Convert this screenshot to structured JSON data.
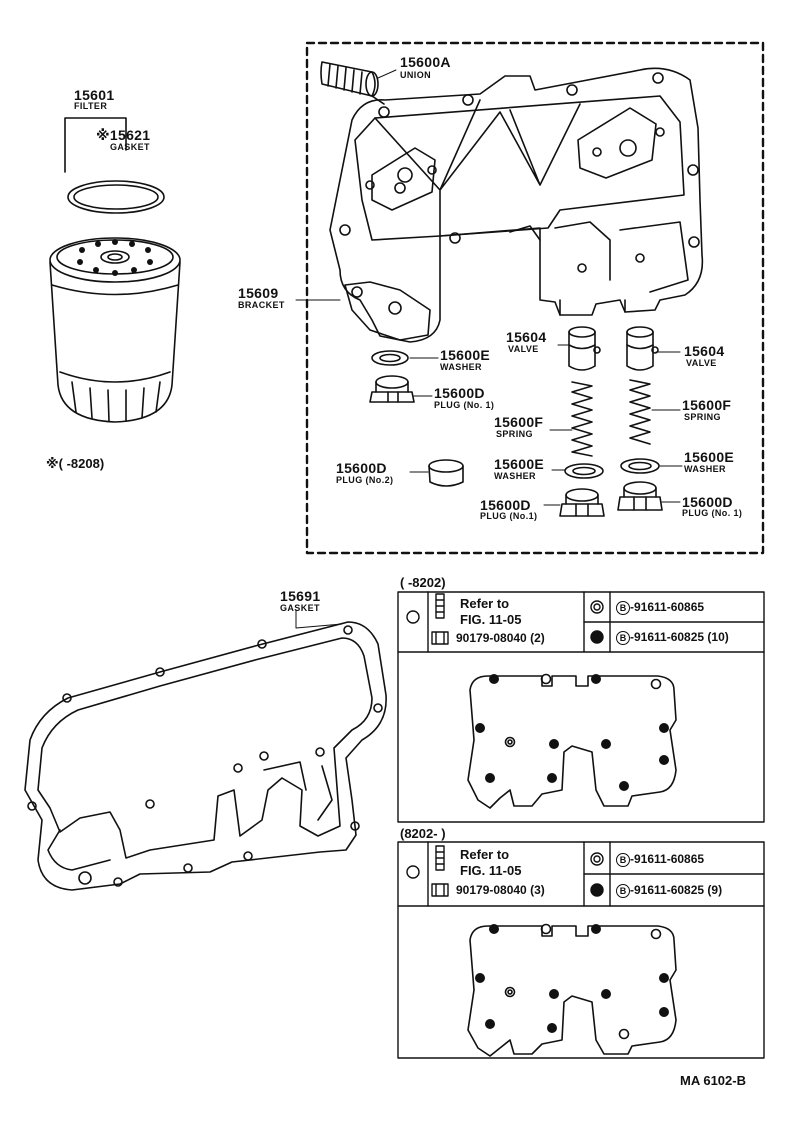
{
  "parts": {
    "filter": {
      "num": "15601",
      "name": "FILTER"
    },
    "filter_gasket": {
      "num": "※15621",
      "name": "GASKET"
    },
    "filter_note": "※(        -8208)",
    "union": {
      "num": "15600A",
      "name": "UNION"
    },
    "bracket": {
      "num": "15609",
      "name": "BRACKET"
    },
    "washer_left": {
      "num": "15600E",
      "name": "WASHER"
    },
    "plug_left": {
      "num": "15600D",
      "name": "PLUG (No. 1)"
    },
    "plug_no2": {
      "num": "15600D",
      "name": "PLUG (No.2)"
    },
    "valve_left": {
      "num": "15604",
      "name": "VALVE"
    },
    "valve_right": {
      "num": "15604",
      "name": "VALVE"
    },
    "spring_left": {
      "num": "15600F",
      "name": "SPRING"
    },
    "spring_right": {
      "num": "15600F",
      "name": "SPRING"
    },
    "washer_mid": {
      "num": "15600E",
      "name": "WASHER"
    },
    "washer_right": {
      "num": "15600E",
      "name": "WASHER"
    },
    "plug_mid": {
      "num": "15600D",
      "name": "PLUG (No.1)"
    },
    "plug_right": {
      "num": "15600D",
      "name": "PLUG (No. 1)"
    },
    "gasket": {
      "num": "15691",
      "name": "GASKET"
    }
  },
  "table_top": {
    "period": "(        -8202)",
    "refer1": "Refer to",
    "refer2": "FIG. 11-05",
    "bolt": "90179-08040 (2)",
    "part_a": "-91611-60865",
    "part_b": "-91611-60825 (10)",
    "code": "B"
  },
  "table_bottom": {
    "period": "(8202-        )",
    "refer1": "Refer to",
    "refer2": "FIG. 11-05",
    "bolt": "90179-08040 (3)",
    "part_a": "-91611-60865",
    "part_b": "-91611-60825 (9)",
    "code": "B"
  },
  "footer": {
    "code": "MA 6102-B"
  }
}
